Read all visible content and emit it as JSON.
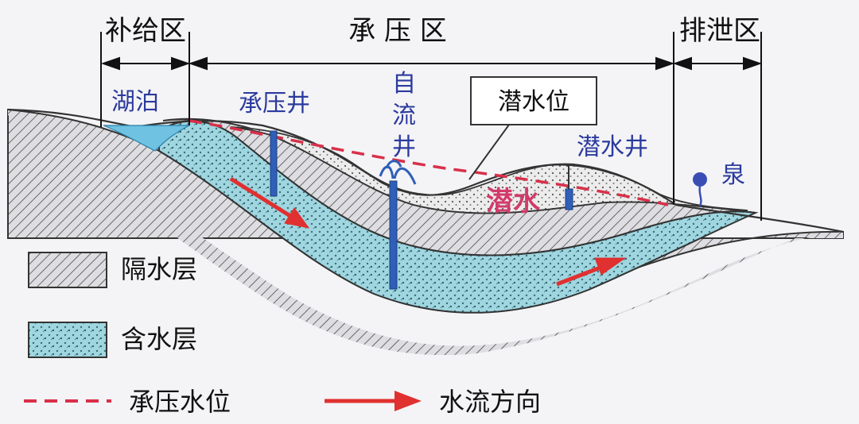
{
  "zones": {
    "recharge": "补给区",
    "confined": "承 压 区",
    "discharge": "排泄区"
  },
  "labels": {
    "lake": "湖泊",
    "confined_well": "承压井",
    "artesian_well": [
      "自",
      "流",
      "井"
    ],
    "water_table": "潜水位",
    "phreatic_well": "潜水井",
    "spring": "泉",
    "phreatic": "潜水"
  },
  "legend": {
    "aquitard": "隔水层",
    "aquifer": "含水层",
    "confined_level": "承压水位",
    "flow_direction": "水流方向"
  },
  "colors": {
    "aquitard_fill": "#d9d9dc",
    "aquitard_hatch": "#555555",
    "aquifer_fill": "#8fd0dc",
    "water": "#6ec3e0",
    "dashed_line": "#d8304a",
    "arrow": "#e03030",
    "well": "#2f5fb8"
  },
  "icons": [
    "lake-water",
    "spring-icon",
    "flow-arrow",
    "well-pipe"
  ]
}
